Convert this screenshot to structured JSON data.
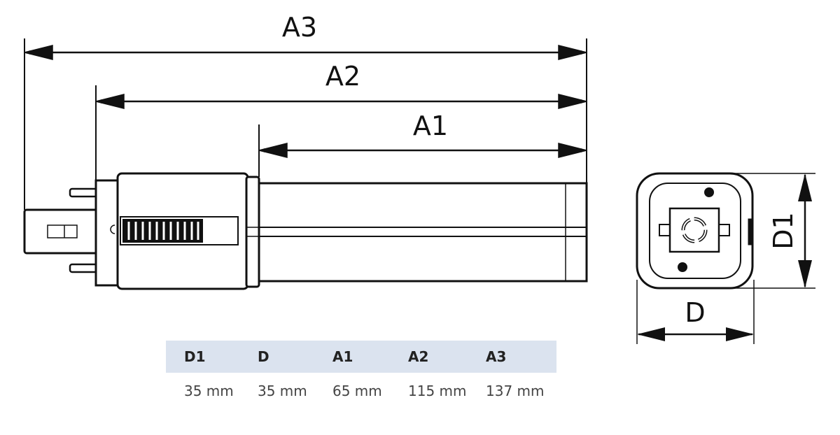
{
  "diagram": {
    "dimension_labels": {
      "a3": "A3",
      "a2": "A2",
      "a1": "A1",
      "d1": "D1",
      "d": "D"
    }
  },
  "table": {
    "headers": [
      "D1",
      "D",
      "A1",
      "A2",
      "A3"
    ],
    "values": [
      "35 mm",
      "35 mm",
      "65 mm",
      "115 mm",
      "137 mm"
    ],
    "header_bg": "#dbe3ef"
  }
}
